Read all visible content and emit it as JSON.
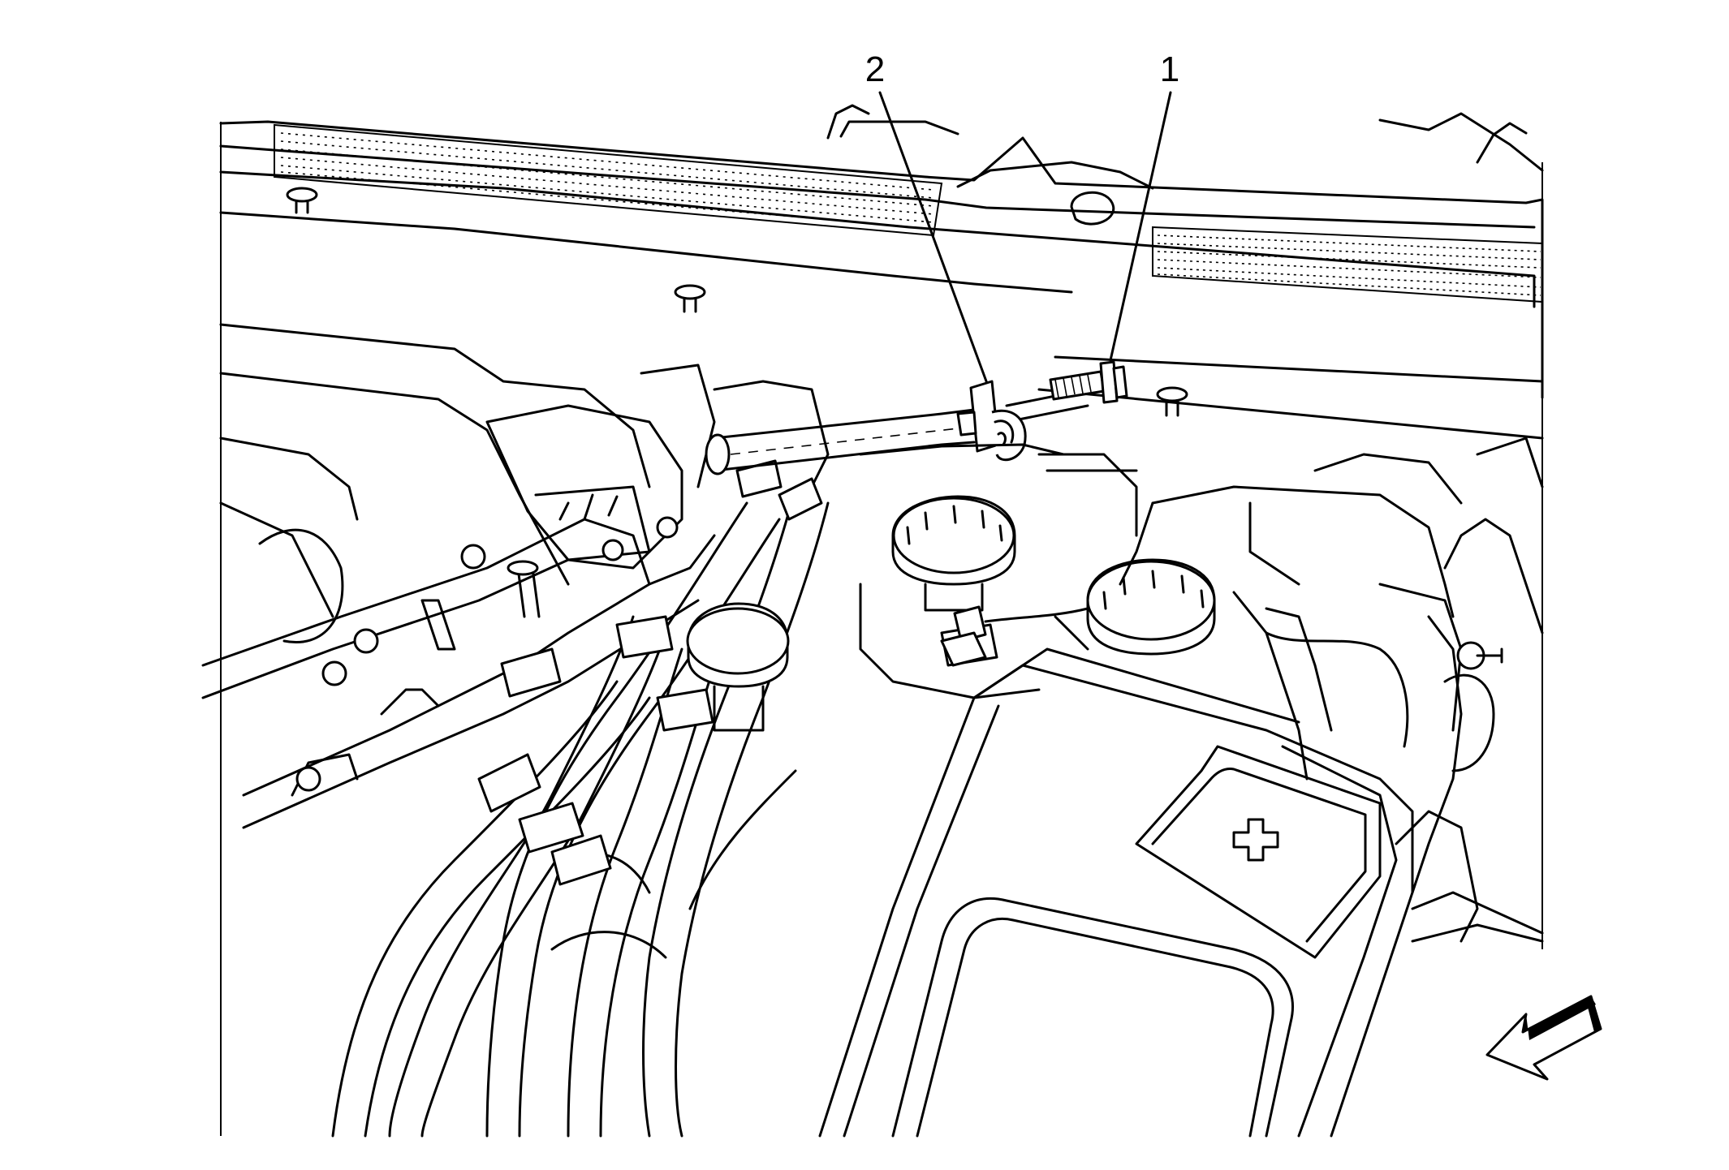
{
  "callouts": [
    {
      "number": "1",
      "part": "bolt"
    },
    {
      "number": "2",
      "part": "harness-clip"
    }
  ],
  "symbols": {
    "battery_terminal": "plus-sign-icon",
    "direction": "arrow-front-of-vehicle-icon"
  },
  "colors": {
    "line": "#000000",
    "background": "#ffffff"
  }
}
